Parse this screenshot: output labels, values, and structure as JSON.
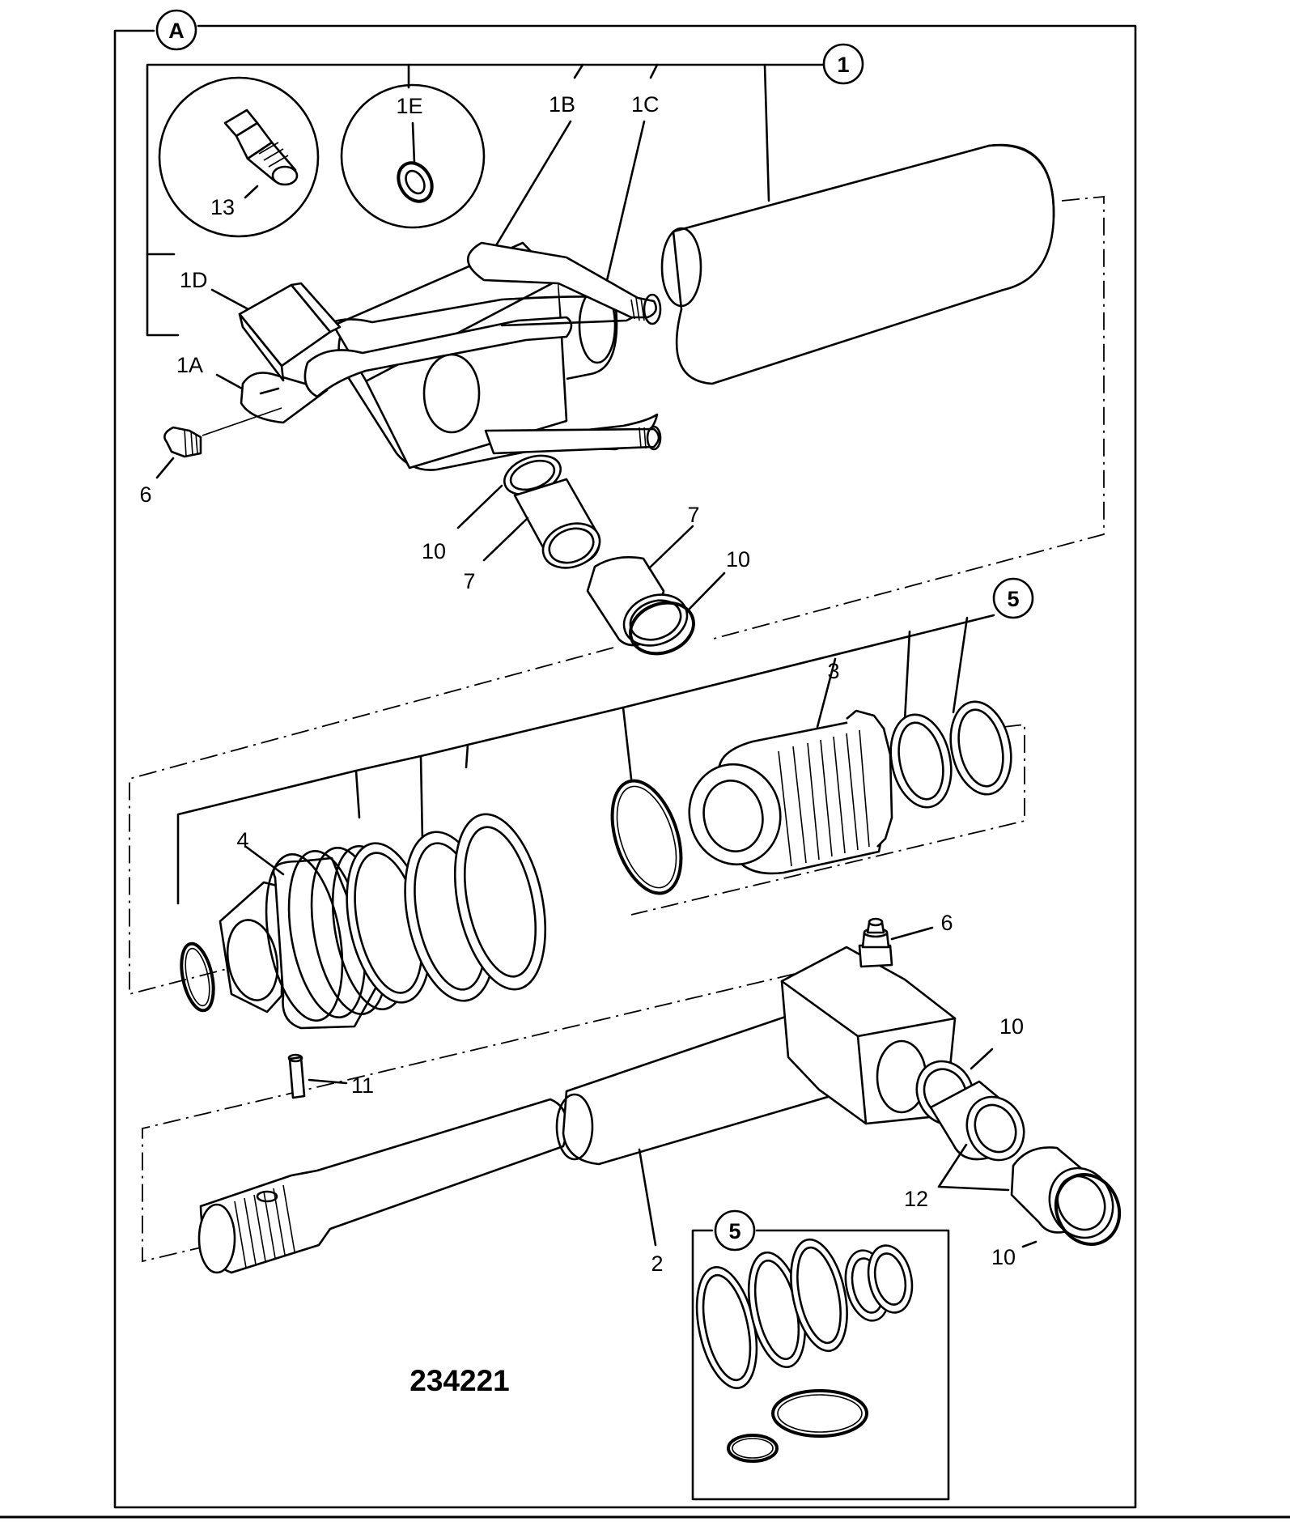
{
  "drawing": {
    "reference_number": "234221",
    "view_label": "A",
    "callouts": {
      "c1": "1",
      "c1A": "1A",
      "c1B": "1B",
      "c1C": "1C",
      "c1D": "1D",
      "c1E": "1E",
      "c2": "2",
      "c3": "3",
      "c4": "4",
      "c5_top": "5",
      "c5_kit": "5",
      "c6_top": "6",
      "c6_bottom": "6",
      "c7_a": "7",
      "c7_b": "7",
      "c10_a": "10",
      "c10_b": "10",
      "c10_c": "10",
      "c10_d": "10",
      "c11": "11",
      "c12": "12",
      "c13": "13"
    }
  }
}
